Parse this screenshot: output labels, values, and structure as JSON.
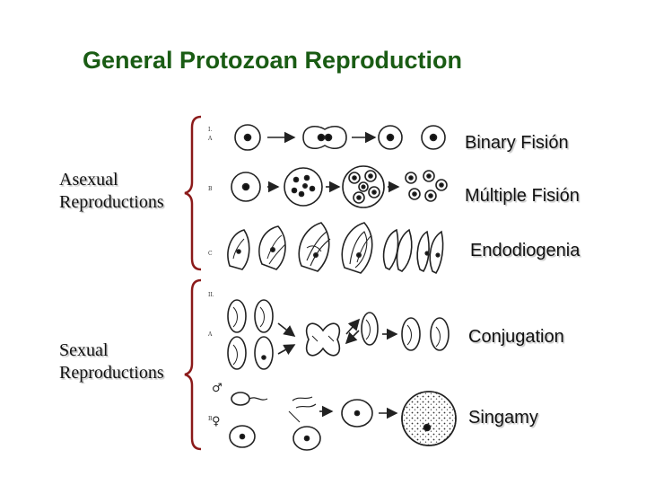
{
  "slide": {
    "title": "General Protozoan Reproduction",
    "groups": {
      "asexual": {
        "line1": "Asexual",
        "line2": "Reproductions"
      },
      "sexual": {
        "line1": "Sexual",
        "line2": "Reproductions"
      }
    },
    "processes": {
      "binary_fission": "Binary Fisión",
      "multiple_fission": "Múltiple Fisión",
      "endodiogeny": "Endodiogenia",
      "conjugation": "Conjugation",
      "syngamy": "Singamy"
    },
    "colors": {
      "title": "#1a5c14",
      "bracket": "#8b1a1a"
    }
  }
}
